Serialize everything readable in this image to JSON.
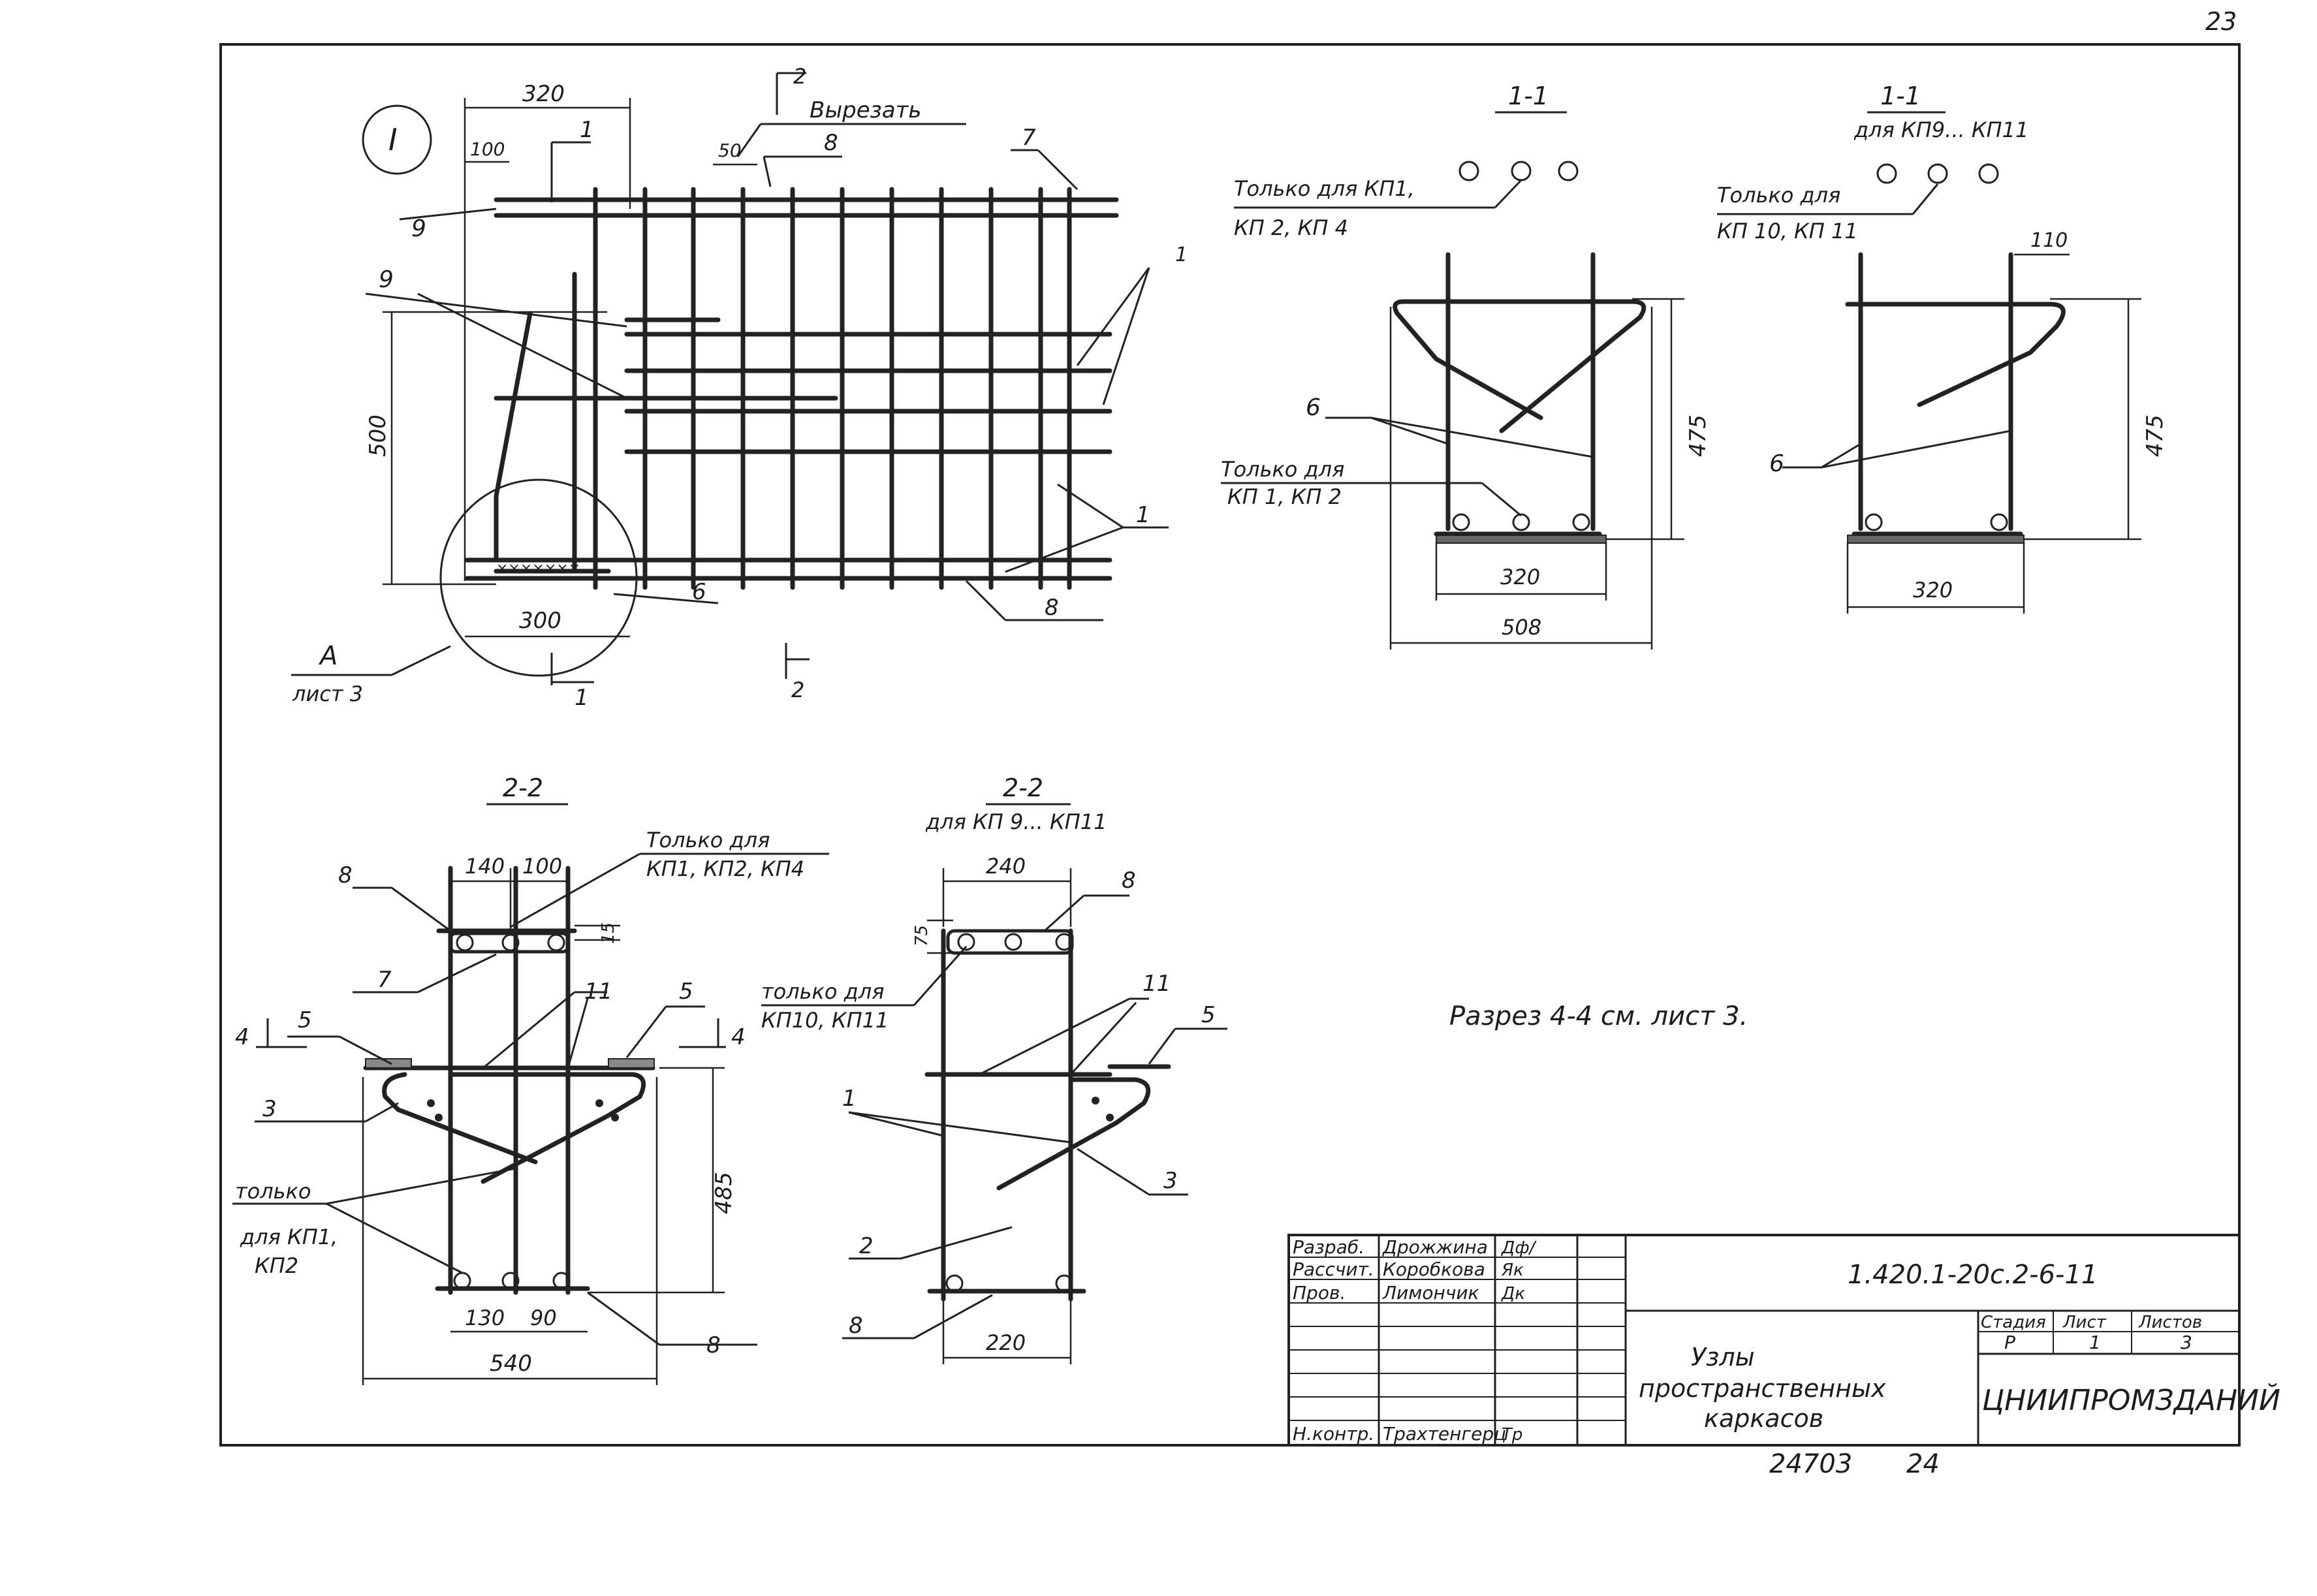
{
  "page_number": "23",
  "node_mark": "I",
  "plan": {
    "dims": [
      "320",
      "100",
      "50",
      "500",
      "300"
    ],
    "cut_label": "2",
    "cut_note": "Вырезать",
    "section_mark": "1",
    "callouts": [
      "9",
      "9",
      "8",
      "7",
      "1",
      "1",
      "6",
      "8",
      "1"
    ],
    "detail_ref": "А",
    "detail_sheet": "лист 3",
    "cut_bottom": "2",
    "mark_bottom": "1"
  },
  "sec11": {
    "title": "1-1",
    "note1_a": "Только для КП1,",
    "note1_b": "КП 2, КП 4",
    "callout6": "6",
    "note2_a": "Только для",
    "note2_b": "КП 1, КП 2",
    "dim_h": "475",
    "dim_inner": "320",
    "dim_outer": "508"
  },
  "sec11b": {
    "title": "1-1",
    "subtitle": "для КП9... КП11",
    "note_a": "Только для",
    "note_b": "КП 10, КП 11",
    "dim_top": "110",
    "dim_h": "475",
    "callout6": "6",
    "dim_bottom": "320"
  },
  "sec22": {
    "title": "2-2",
    "dim_a": "140",
    "dim_b": "100",
    "note_a": "Только для",
    "note_b": "КП1, КП2, КП4",
    "dim_15": "15",
    "callouts": [
      "8",
      "7",
      "5",
      "11",
      "5",
      "3",
      "8"
    ],
    "cut4_left": "4",
    "cut4_right": "4",
    "note2_a": "только",
    "note2_b": "для КП1,",
    "note2_c": "КП2",
    "dim_h": "485",
    "dim_c": "130",
    "dim_d": "90",
    "dim_total": "540"
  },
  "sec22b": {
    "title": "2-2",
    "subtitle": "для КП 9... КП11",
    "dim_top": "240",
    "dim_75": "75",
    "note_a": "только для",
    "note_b": "КП10, КП11",
    "callouts": [
      "8",
      "11",
      "5",
      "1",
      "3",
      "2",
      "8"
    ],
    "dim_bottom": "220"
  },
  "section_note": "Разрез 4-4 см. лист 3.",
  "title_block": {
    "rows": [
      {
        "role": "Разраб.",
        "name": "Дрожжина",
        "sign": "Дф/"
      },
      {
        "role": "Рассчит.",
        "name": "Коробкова",
        "sign": "Як"
      },
      {
        "role": "Пров.",
        "name": "Лимончик",
        "sign": "Дк"
      }
    ],
    "nkontr_role": "Н.контр.",
    "nkontr_name": "Трахтенгерц",
    "nkontr_sign": "Тр",
    "doc_code": "1.420.1-20с.2-6-11",
    "title_lines": [
      "Узлы",
      "пространственных",
      "каркасов"
    ],
    "h_stage": "Стадия",
    "h_sheet": "Лист",
    "h_sheets": "Листов",
    "stage": "Р",
    "sheet": "1",
    "sheets": "3",
    "org": "ЦНИИПРОМЗДАНИЙ"
  },
  "bottom_numbers": [
    "24703",
    "24"
  ]
}
